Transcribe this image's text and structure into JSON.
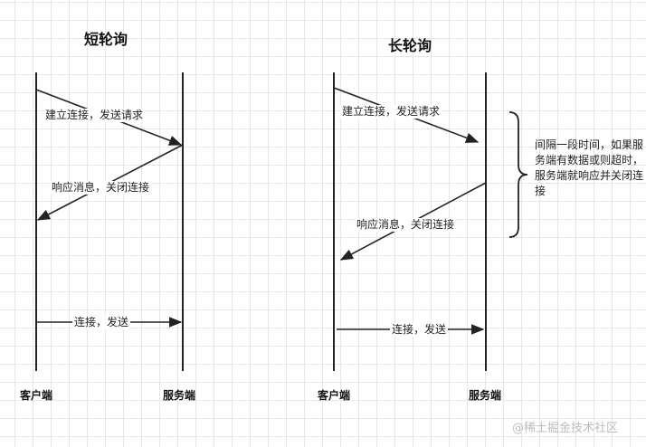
{
  "short_polling": {
    "title": "短轮询",
    "client": "客户端",
    "server": "服务端",
    "request": "建立连接，发送请求",
    "response": "响应消息，关闭连接",
    "send": "连接，发送"
  },
  "long_polling": {
    "title": "长轮询",
    "client": "客户端",
    "server": "服务端",
    "request": "建立连接，发送请求",
    "response": "响应消息，关闭连接",
    "send": "连接，发送",
    "note": "间隔一段时间，如果服务端有数据或则超时，服务端就响应并关闭连接"
  },
  "watermark": "@稀土掘金技术社区",
  "colors": {
    "line": "#222222",
    "text": "#222222"
  }
}
